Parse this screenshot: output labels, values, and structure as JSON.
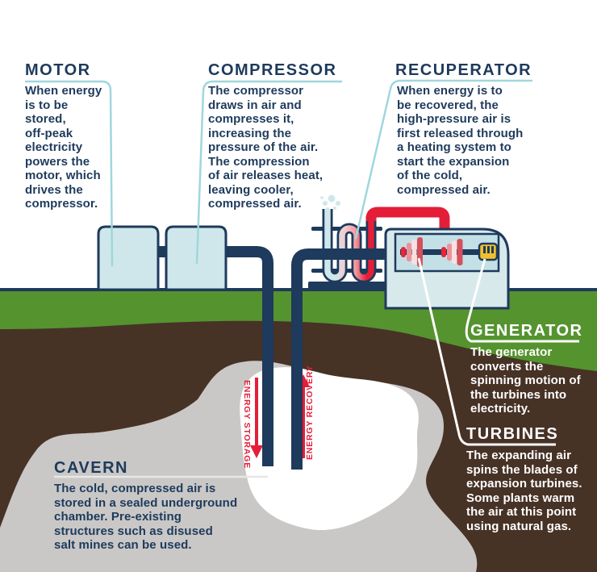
{
  "figure": "Compressed air energy storage infographic",
  "sections": {
    "motor": {
      "title": "MOTOR",
      "body": "When energy\nis to be\nstored,\noff-peak\nelectricity\npowers the\nmotor, which\ndrives the\ncompressor."
    },
    "compressor": {
      "title": "COMPRESSOR",
      "body": "The compressor\ndraws in air and\ncompresses it,\nincreasing the\npressure of the air.\nThe compression\nof air releases heat,\nleaving cooler,\ncompressed air."
    },
    "recuperator": {
      "title": "RECUPERATOR",
      "body": "When energy is to\nbe recovered, the\nhigh-pressure air is\nfirst released through\na heating system to\nstart the expansion\nof the cold,\ncompressed air."
    },
    "generator": {
      "title": "GENERATOR",
      "body": "The generator\nconverts the\nspinning motion of\nthe turbines into\nelectricity."
    },
    "turbines": {
      "title": "TURBINES",
      "body": "The expanding air\nspins the blades of\nexpansion turbines.\nSome plants warm\nthe air at this point\nusing natural gas."
    },
    "cavern": {
      "title": "CAVERN",
      "body": "The cold, compressed air is\nstored in a sealed underground\nchamber. Pre-existing\nstructures such as disused\nsalt mines can be used."
    }
  },
  "flow_labels": {
    "energy_storage": "ENERGY STORAGE",
    "energy_recovery": "ENERGY RECOVERY"
  },
  "colors": {
    "navy": "#1e3a5c",
    "teal_line": "#9fd7dc",
    "red": "#e41e38",
    "grass_green": "#55932f",
    "soil_brown": "#473226",
    "cavern_gray": "#c9c8c6",
    "cavern_white": "#ffffff",
    "machine_lightblue": "#cfe7eb",
    "generator_yellow": "#efc02c"
  }
}
